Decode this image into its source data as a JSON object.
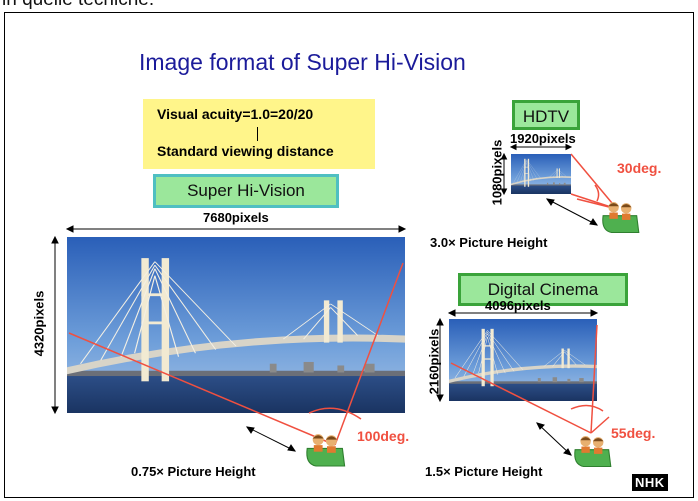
{
  "top_text": "in quelle tecniche:",
  "title": "Image format of Super Hi-Vision",
  "acuity": {
    "line1": "Visual acuity=1.0=20/20",
    "line2": "Standard viewing distance"
  },
  "super_hi_vision": {
    "label": "Super Hi-Vision",
    "width": "7680pixels",
    "height": "4320pixels",
    "angle": "100deg.",
    "distance": "0.75× Picture Height"
  },
  "hdtv": {
    "label": "HDTV",
    "width": "1920pixels",
    "height": "1080pixels",
    "angle": "30deg.",
    "distance": "3.0× Picture Height"
  },
  "digital_cinema": {
    "label": "Digital Cinema",
    "width": "4096pixels",
    "height": "2160pixels",
    "angle": "55deg.",
    "distance": "1.5× Picture Height"
  },
  "logo": "NHK",
  "colors": {
    "title": "#1b1b9a",
    "label_box": "#9be79b",
    "acuity_box": "#fff58a",
    "angle": "#f05040"
  }
}
